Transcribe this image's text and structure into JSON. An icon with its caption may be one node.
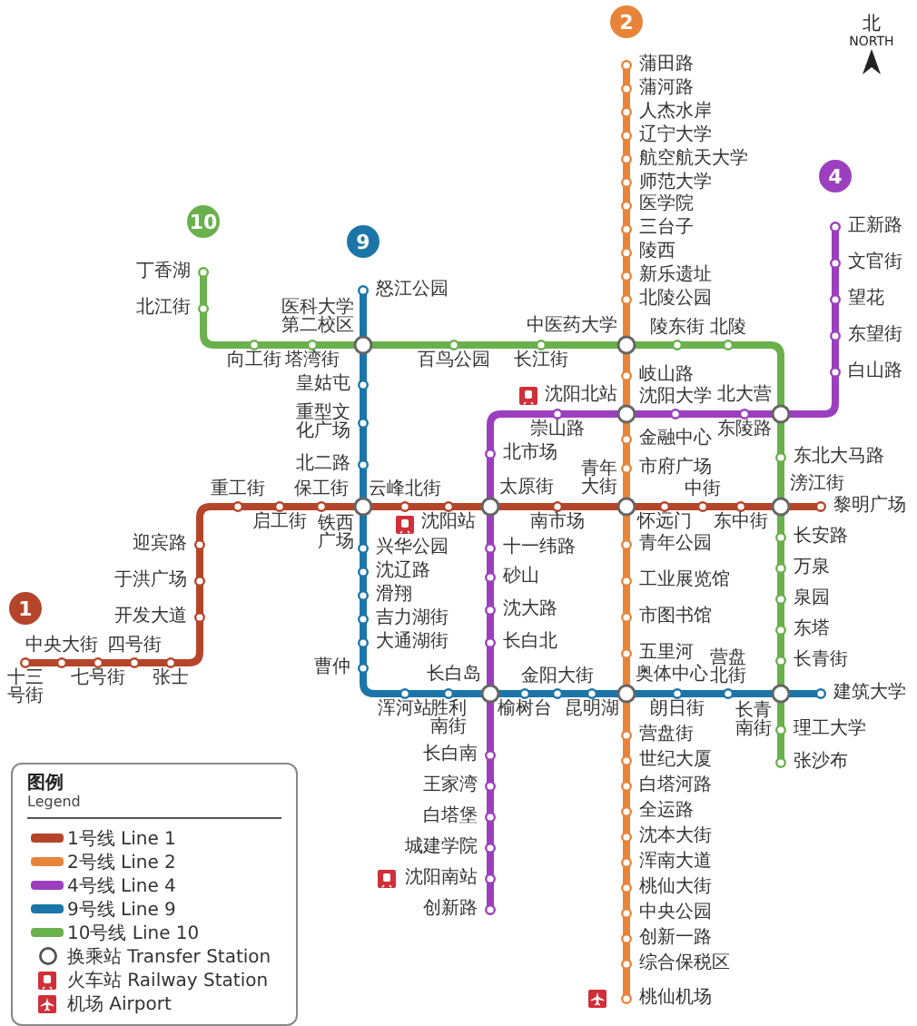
{
  "diagram": {
    "nodes": [
      {
        "text": [
          "1"
        ]
      },
      {
        "text": [
          "2"
        ]
      },
      {
        "text": [
          "4"
        ]
      },
      {
        "text": [
          "9"
        ]
      },
      {
        "text": [
          "10"
        ]
      }
    ],
    "edges": [],
    "labels": [
      "图例",
      "Legend",
      "北",
      "NORTH",
      "十三号街",
      "中央大街",
      "七号街",
      "四号街",
      "张士",
      "开发大道",
      "于洪广场",
      "迎宾路",
      "重工街",
      "启工街",
      "保工街",
      "铁西广场",
      "云峰北街",
      "沈阳站",
      "太原街",
      "南市场",
      "青年大街",
      "怀远门",
      "中街",
      "东中街",
      "滂江街",
      "黎明广场",
      "蒲田路",
      "蒲河路",
      "人杰水岸",
      "辽宁大学",
      "航空航天大学",
      "师范大学",
      "医学院",
      "三台子",
      "陵西",
      "新乐遗址",
      "北陵公园",
      "中医药大学",
      "岐山路",
      "沈阳北站",
      "金融中心",
      "市府广场",
      "青年公园",
      "工业展览馆",
      "市图书馆",
      "五里河",
      "奥体中心",
      "营盘街",
      "世纪大厦",
      "白塔河路",
      "全运路",
      "沈本大街",
      "浑南大道",
      "桃仙大街",
      "中央公园",
      "创新一路",
      "综合保税区",
      "桃仙机场",
      "正新路",
      "文官街",
      "望花",
      "东望街",
      "白山路",
      "北大营",
      "东陵路",
      "沈阳大学",
      "崇山路",
      "北市场",
      "十一纬路",
      "砂山",
      "沈大路",
      "长白北",
      "长白岛",
      "长白南",
      "王家湾",
      "白塔堡",
      "城建学院",
      "沈阳南站",
      "创新路",
      "怒江公园",
      "医科大学第二校区",
      "皇姑屯",
      "重型文化广场",
      "北二路",
      "兴华公园",
      "沈辽路",
      "滑翔",
      "吉力湖街",
      "大通湖街",
      "曹仲",
      "浑河站",
      "胜利南街",
      "榆树台",
      "金阳大街",
      "昆明湖",
      "朗日街",
      "营盘北街",
      "长青南街",
      "建筑大学",
      "丁香湖",
      "北江街",
      "向工街",
      "塔湾街",
      "百鸟公园",
      "长江街",
      "陵东街",
      "北陵",
      "东北大马路",
      "长安路",
      "万泉",
      "泉园",
      "东塔",
      "长青街",
      "理工大学",
      "张沙布"
    ],
    "legend": [
      {
        "text": "1号线 Line 1",
        "color": "#b5452a"
      },
      {
        "text": "2号线 Line 2",
        "color": "#e8843a"
      },
      {
        "text": "4号线 Line 4",
        "color": "#9b3fbf"
      },
      {
        "text": "9号线 Line 9",
        "color": "#1c75a8"
      },
      {
        "text": "10号线 Line 10",
        "color": "#6ab04c"
      },
      {
        "text": "换乘站 Transfer Station"
      },
      {
        "text": "火车站 Railway Station"
      },
      {
        "text": "机场 Airport"
      }
    ]
  }
}
